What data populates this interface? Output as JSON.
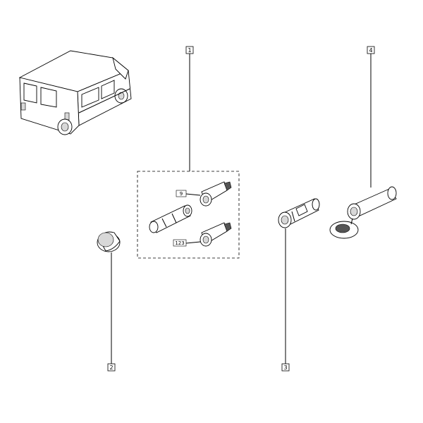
{
  "callouts": {
    "c1": "1",
    "c2": "2",
    "c3": "3",
    "c4": "4"
  },
  "inner_refs": {
    "ref_a": "9",
    "ref_b": "123"
  }
}
